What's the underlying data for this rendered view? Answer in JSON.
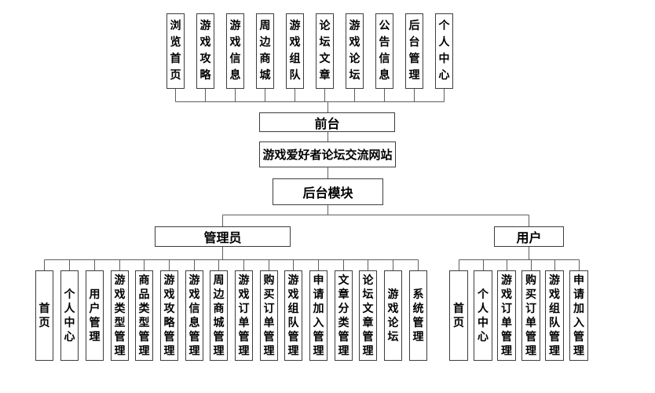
{
  "diagram": {
    "title": "游戏爱好者论坛交流网站",
    "front_label": "前台",
    "back_label": "后台模块",
    "admin_label": "管理员",
    "user_label": "用户",
    "front_modules": [
      "浏览首页",
      "游戏攻略",
      "游戏信息",
      "周边商城",
      "游戏组队",
      "论坛文章",
      "游戏论坛",
      "公告信息",
      "后台管理",
      "个人中心"
    ],
    "admin_modules": [
      "首页",
      "个人中心",
      "用户管理",
      "游戏类型管理",
      "商品类型管理",
      "游戏攻略管理",
      "游戏信息管理",
      "周边商城管理",
      "游戏订单管理",
      "购买订单管理",
      "游戏组队管理",
      "申请加入管理",
      "文章分类管理",
      "论坛文章管理",
      "游戏论坛",
      "系统管理"
    ],
    "user_modules": [
      "首页",
      "个人中心",
      "游戏订单管理",
      "购买订单管理",
      "游戏组队管理",
      "申请加入管理"
    ],
    "colors": {
      "line": "#5f5f5f",
      "box_border": "#3d3d3d",
      "box_fill": "#ffffff",
      "text": "#000000",
      "background": "#ffffff"
    }
  }
}
